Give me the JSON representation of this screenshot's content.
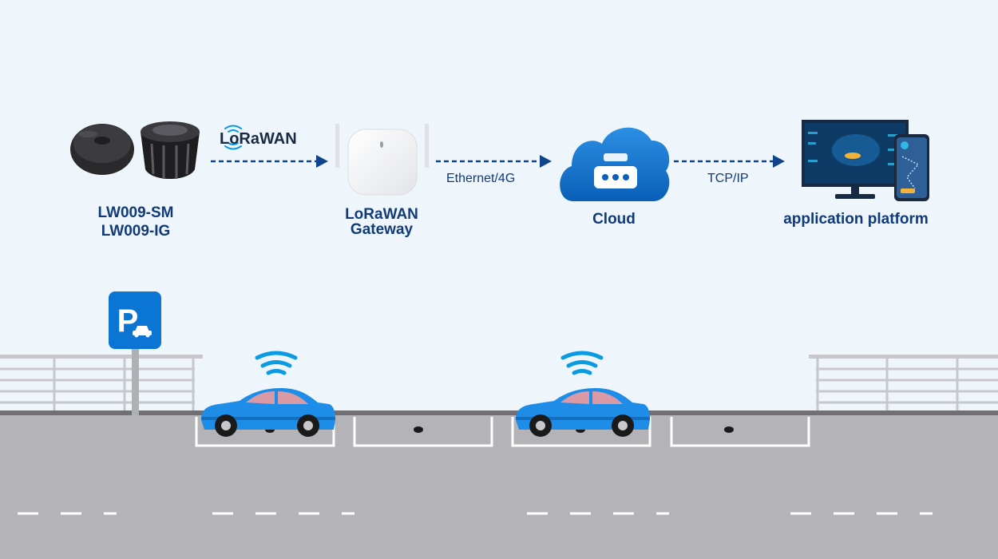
{
  "diagram": {
    "lorawan_logo": "LoRaWAN",
    "nodes": [
      {
        "id": "sensors",
        "label_line1": "LW009-SM",
        "label_line2": "LW009-IG"
      },
      {
        "id": "gateway",
        "label_line1": "LoRaWAN",
        "label_line2": "Gateway"
      },
      {
        "id": "cloud",
        "label": "Cloud"
      },
      {
        "id": "platform",
        "label": "application platform"
      }
    ],
    "connections": [
      {
        "from": "sensors",
        "to": "gateway",
        "protocol": "LoRaWAN"
      },
      {
        "from": "gateway",
        "to": "cloud",
        "label": "Ethernet/4G"
      },
      {
        "from": "cloud",
        "to": "platform",
        "label": "TCP/IP"
      }
    ]
  },
  "parking_sign": "P",
  "colors": {
    "background": "#eef6fc",
    "text": "#113a78",
    "accent": "#0a75d2",
    "arrow": "#10458c",
    "car": "#1e8de8",
    "road": "#b4b4b8"
  }
}
